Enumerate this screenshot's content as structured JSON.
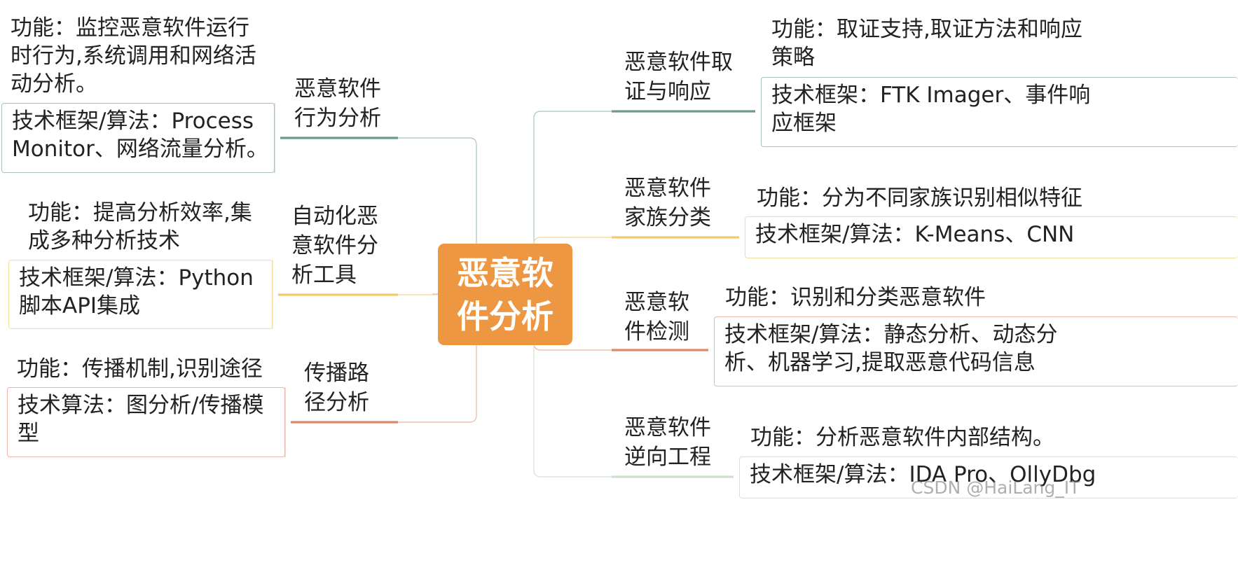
{
  "center": {
    "line1": "恶意软",
    "line2": "件分析",
    "color": "#ee9743"
  },
  "left": [
    {
      "title": [
        "恶意软件",
        "行为分析"
      ],
      "function": [
        "功能：监控恶意软件运行",
        "时行为,系统调用和网络活",
        "动分析。"
      ],
      "tech": [
        "技术框架/算法：Process",
        "Monitor、网络流量分析。"
      ],
      "color": "#6c9a8b"
    },
    {
      "title": [
        "自动化恶",
        "意软件分",
        "析工具"
      ],
      "function": [
        "功能：提高分析效率,集",
        "成多种分析技术"
      ],
      "tech": [
        "技术框架/算法：Python",
        "脚本API集成"
      ],
      "color": "#f0cc6a"
    },
    {
      "title": [
        "传播路",
        "径分析"
      ],
      "function": [
        "功能：传播机制,识别途径"
      ],
      "tech": [
        "技术算法：图分析/传播模",
        "型"
      ],
      "color": "#e0886a"
    }
  ],
  "right": [
    {
      "title": [
        "恶意软件取",
        "证与响应"
      ],
      "function": [
        "功能：取证支持,取证方法和响应",
        "策略"
      ],
      "tech": [
        "技术框架：FTK Imager、事件响",
        "应框架"
      ],
      "color": "#6c9a8b"
    },
    {
      "title": [
        "恶意软件",
        "家族分类"
      ],
      "function": [
        "功能：分为不同家族识别相似特征"
      ],
      "tech": [
        "技术框架/算法：K-Means、CNN"
      ],
      "color": "#f0cc6a"
    },
    {
      "title": [
        "恶意软",
        "件检测"
      ],
      "function": [
        "功能：识别和分类恶意软件"
      ],
      "tech": [
        "技术框架/算法：静态分析、动态分",
        "析、机器学习,提取恶意代码信息"
      ],
      "color": "#e0886a"
    },
    {
      "title": [
        "恶意软件",
        "逆向工程"
      ],
      "function": [
        "功能：分析恶意软件内部结构。"
      ],
      "tech": [
        "技术框架/算法：IDA Pro、OllyDbg"
      ],
      "color": "#cfe0cf"
    }
  ],
  "watermark": "CSDN @HaiLang_IT"
}
